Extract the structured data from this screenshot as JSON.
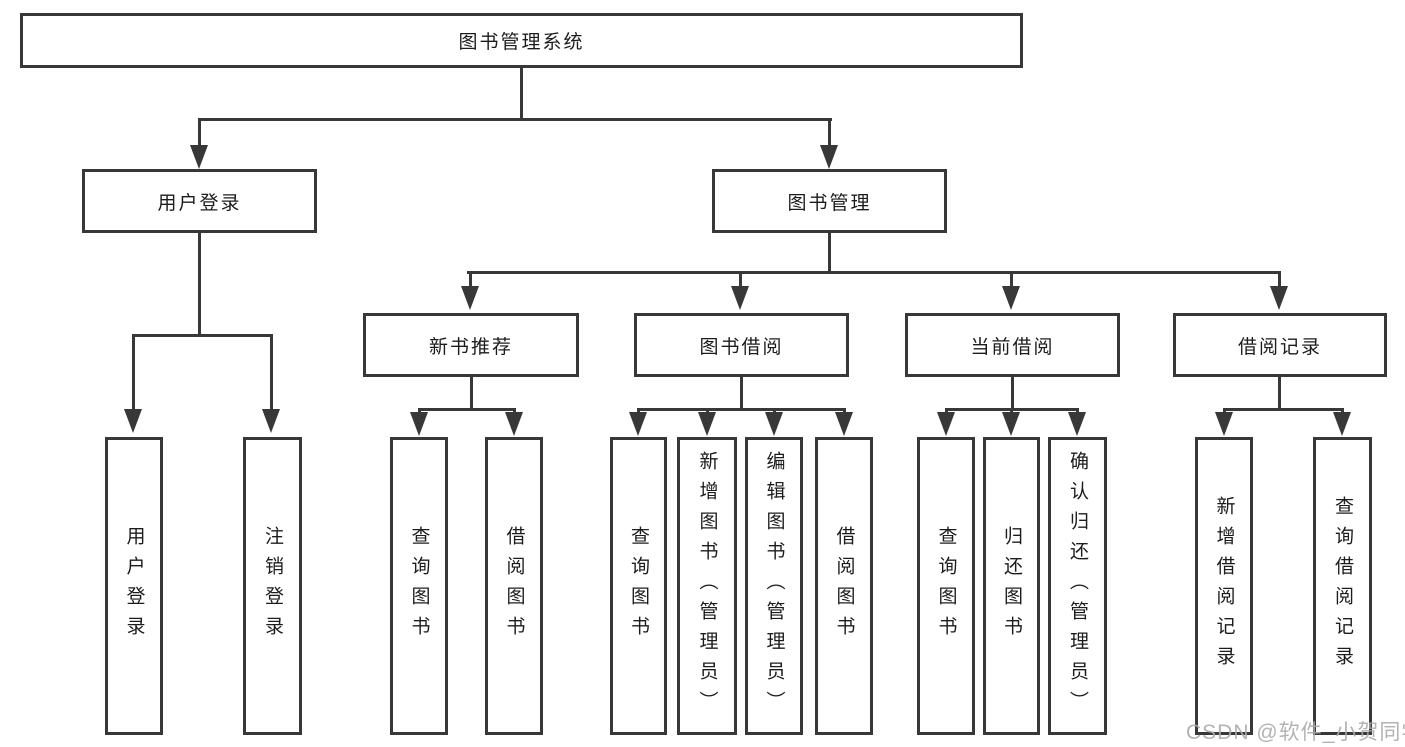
{
  "diagram_title": "图书管理系统",
  "tree": {
    "root": {
      "label": "图书管理系统",
      "children": [
        {
          "label": "用户登录",
          "children": [
            {
              "label": "用户登录"
            },
            {
              "label": "注销登录"
            }
          ]
        },
        {
          "label": "图书管理",
          "children": [
            {
              "label": "新书推荐",
              "children": [
                {
                  "label": "查询图书"
                },
                {
                  "label": "借阅图书"
                }
              ]
            },
            {
              "label": "图书借阅",
              "children": [
                {
                  "label": "查询图书"
                },
                {
                  "label": "新增图书（管理员）"
                },
                {
                  "label": "编辑图书（管理员）"
                },
                {
                  "label": "借阅图书"
                }
              ]
            },
            {
              "label": "当前借阅",
              "children": [
                {
                  "label": "查询图书"
                },
                {
                  "label": "归还图书"
                },
                {
                  "label": "确认归还（管理员）"
                }
              ]
            },
            {
              "label": "借阅记录",
              "children": [
                {
                  "label": "新增借阅记录"
                },
                {
                  "label": "查询借阅记录"
                }
              ]
            }
          ]
        }
      ]
    }
  },
  "watermark": {
    "text": "CSDN @软件_小贺同学"
  },
  "colors": {
    "line": "#383838",
    "text": "#1c1c1c",
    "background": "#ffffff",
    "watermark": "#ababab"
  }
}
